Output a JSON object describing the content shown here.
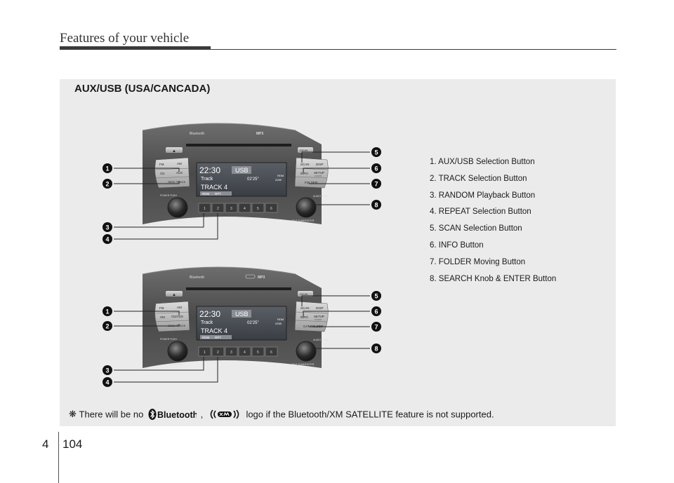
{
  "header": {
    "title": "Features of your vehicle"
  },
  "panel": {
    "title": "AUX/USB (USA/CANCADA)",
    "legend": [
      "1. AUX/USB Selection Button",
      "2. TRACK Selection Button",
      "3. RANDOM Playback Button",
      "4. REPEAT Selection Button",
      "5. SCAN Selection Button",
      "6. INFO Button",
      "7. FOLDER Moving Button",
      "8. SEARCH Knob & ENTER Button"
    ],
    "note": {
      "symbol": "❋",
      "before": "There will be no",
      "comma": ",",
      "after": "logo if the Bluetooth/XM SATELLITE feature is not supported.",
      "bt_label": "Bluetooth"
    }
  },
  "radios": [
    {
      "id": "top",
      "brand": "Bluetooth",
      "mp3": "MP3",
      "eject": "▲",
      "cd_in": "CD-IN",
      "left_btns": [
        "FM",
        "AM",
        "CD",
        "AUX"
      ],
      "seek": "SEEK TRACK",
      "power": "POWER PUSH",
      "volume": "VOLUME",
      "right_btns": [
        "SCAN",
        "DISP",
        "INFO",
        "SETUP"
      ],
      "setup_sub": "CLOCK",
      "folder": "FOLDER",
      "audio": "AUDIO PUSH",
      "file_tune": "FILE TUNE",
      "enter": "ENTER",
      "presets": [
        "1",
        "2",
        "3",
        "4",
        "5",
        "6"
      ],
      "display": {
        "time": "22:30",
        "mode": "USB",
        "track_label": "Track",
        "elapsed": "02'25\"",
        "track_name": "TRACK 4",
        "tags": [
          "RDM",
          "RPT"
        ],
        "info_a": "RDM",
        "info_b": "2255"
      }
    },
    {
      "id": "bottom",
      "brand": "Bluetooth",
      "mp3": "MP3",
      "eject": "▲",
      "cd_in": "CD-IN",
      "left_btns": [
        "FM",
        "AM",
        "XM",
        "CD/AUX"
      ],
      "seek": "SEEK TRACK",
      "power": "POWER PUSH",
      "volume": "VOLUME",
      "right_btns": [
        "SCAN",
        "DISP",
        "INFO",
        "SETUP"
      ],
      "setup_sub": "CLOCK",
      "folder": "CAT FOLDER",
      "audio": "AUDIO PUSH",
      "file_tune": "FILE TUNE",
      "enter": "ENTER",
      "presets": [
        "1",
        "2",
        "3",
        "4",
        "5",
        "6"
      ],
      "display": {
        "time": "22:30",
        "mode": "USB",
        "track_label": "Track",
        "elapsed": "02'25\"",
        "track_name": "TRACK 4",
        "tags": [
          "RDM",
          "RPT"
        ],
        "info_a": "RDM",
        "info_b": "2255"
      }
    }
  ],
  "markers": [
    "1",
    "2",
    "3",
    "4",
    "5",
    "6",
    "7",
    "8"
  ],
  "footer": {
    "chapter": "4",
    "page": "104"
  }
}
